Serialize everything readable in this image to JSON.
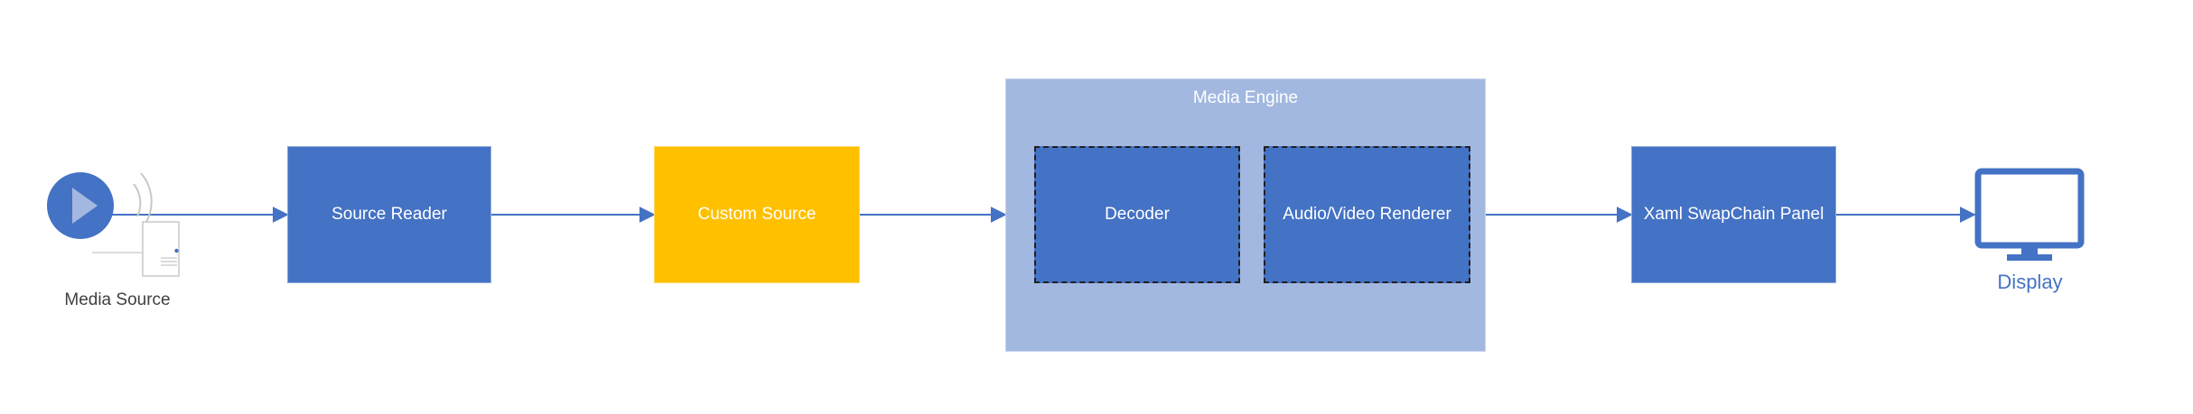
{
  "diagram": {
    "media_source": {
      "label": "Media Source",
      "icon": "media-source-icon"
    },
    "source_reader": {
      "label": "Source Reader"
    },
    "custom_source": {
      "label": "Custom Source"
    },
    "media_engine": {
      "title": "Media Engine",
      "decoder": {
        "label": "Decoder"
      },
      "renderer": {
        "label": "Audio/Video Renderer"
      }
    },
    "swapchain_panel": {
      "label": "Xaml SwapChain Panel"
    },
    "display": {
      "label": "Display",
      "icon": "monitor-icon"
    }
  },
  "colors": {
    "block_blue": "#4472c4",
    "engine_fill": "#a3b8e0",
    "custom_source_yellow": "#ffc000",
    "arrow": "#4472c4",
    "display_label": "#4472c4",
    "dashed_border": "#1f1f1f"
  }
}
